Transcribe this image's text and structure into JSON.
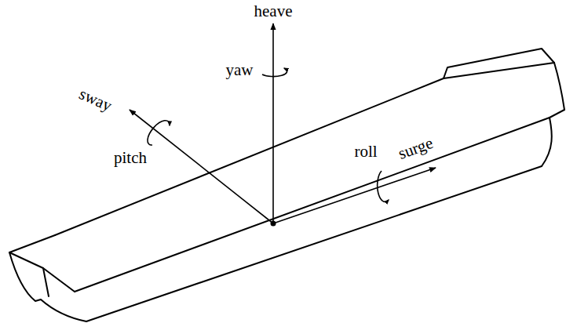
{
  "diagram": {
    "labels": [
      "heave",
      "yaw",
      "sway",
      "pitch",
      "roll",
      "surge"
    ]
  }
}
